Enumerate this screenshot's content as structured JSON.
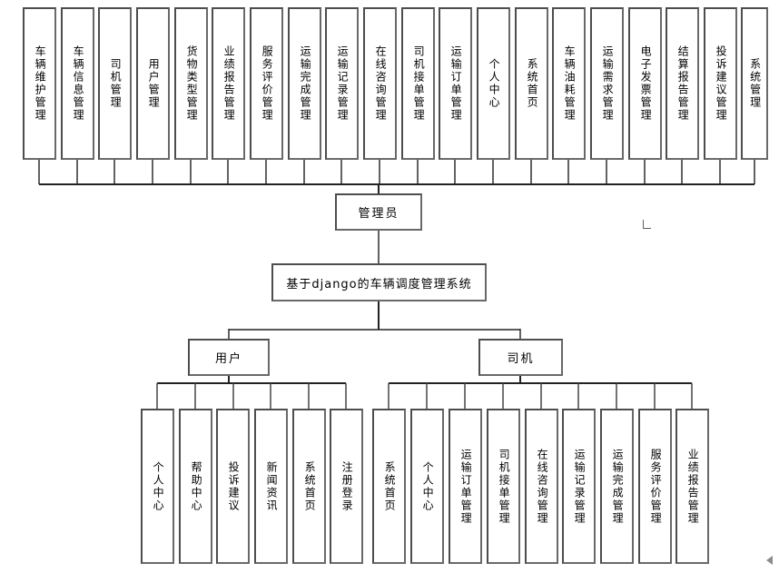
{
  "tree": {
    "root_label": "基于django的车辆调度管理系统",
    "admin": {
      "label": "管理员",
      "modules": [
        "车辆维护管理",
        "车辆信息管理",
        "司机管理",
        "用户管理",
        "货物类型管理",
        "业绩报告管理",
        "服务评价管理",
        "运输完成管理",
        "运输记录管理",
        "在线咨询管理",
        "司机接单管理",
        "运输订单管理",
        "个人中心",
        "系统首页",
        "车辆油耗管理",
        "运输需求管理",
        "电子发票管理",
        "结算报告管理",
        "投诉建议管理",
        "系统管理"
      ]
    },
    "user": {
      "label": "用户",
      "modules": [
        "个人中心",
        "帮助中心",
        "投诉建议",
        "新闻资讯",
        "系统首页",
        "注册登录"
      ]
    },
    "driver": {
      "label": "司机",
      "modules": [
        "系统首页",
        "个人中心",
        "运输订单管理",
        "司机接单管理",
        "在线咨询管理",
        "运输记录管理",
        "运输完成管理",
        "服务评价管理",
        "业绩报告管理"
      ]
    }
  },
  "colors": {
    "background": "#ffffff",
    "box_border": "#696969",
    "line": "#2f2f2f",
    "text": "#000000",
    "scroll_arrow": "#8c8c8c"
  }
}
